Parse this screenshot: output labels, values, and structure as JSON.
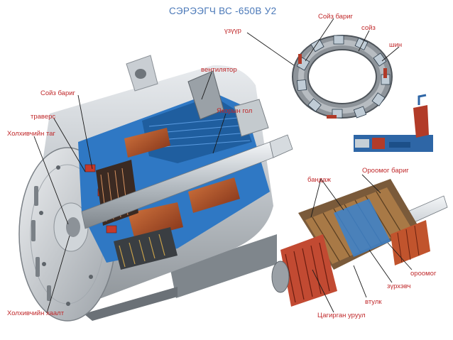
{
  "title": "СЭРЭЭГЧ ВС -650В У2",
  "labels": {
    "brush_holder_top": "Сойз бариг",
    "brush": "сойз",
    "tire": "шин",
    "ring": "үзүүр",
    "fan": "вентилятор",
    "anchor_shaft": "Якорын гол",
    "brush_holder_left": "Сойз бариг",
    "traverse": "траверс",
    "collector_cover": "Холхивчийн таг",
    "collector_shield": "Холхивчийн хаалт",
    "bandage": "бандаж",
    "winding_holder": "Ороомог бариг",
    "winding": "ороомог",
    "core": "зүрхэвч",
    "sleeve": "втулк",
    "commutator": "Цагирган уруул"
  },
  "colors": {
    "label_text": "#c0282a",
    "title_text": "#4a78b8",
    "leader_line": "#1a1a1a",
    "housing_light": "#d9dde0",
    "housing_mid": "#b9bec3",
    "housing_dark": "#8b9096",
    "cutaway_blue": "#2f78c4",
    "copper": "#b44a2a",
    "shaft": "#c7cdd2"
  }
}
